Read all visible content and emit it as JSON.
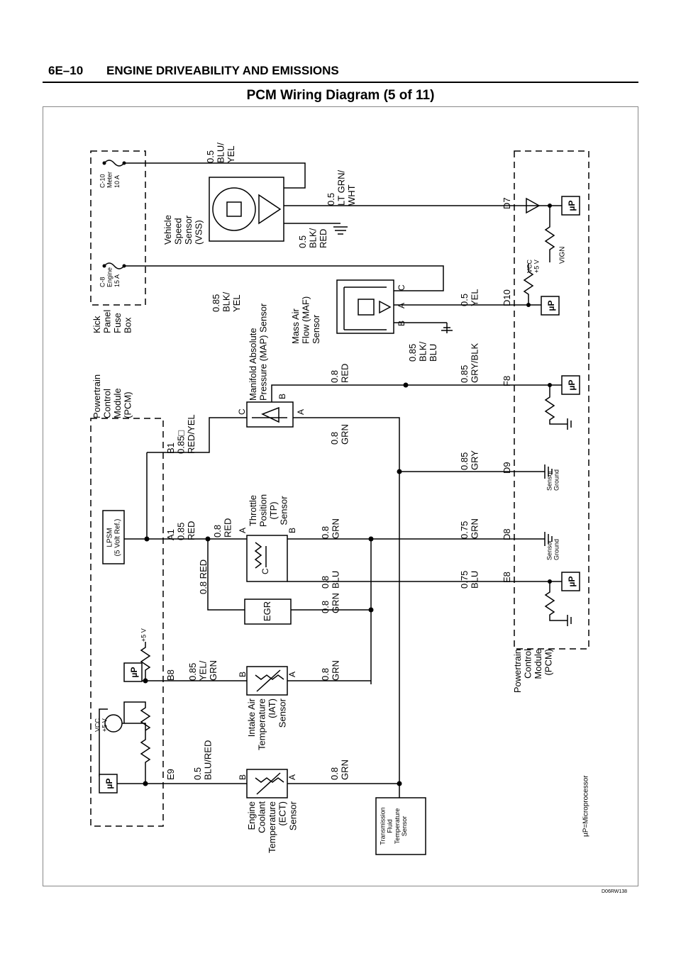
{
  "header": {
    "section": "6E–10",
    "title": "ENGINE DRIVEABILITY AND EMISSIONS",
    "diagram_title": "PCM Wiring Diagram (5 of 11)",
    "figure_id": "D06RW138"
  },
  "labels": {
    "pcm_upper": [
      "Powertrain",
      "Control",
      "Module",
      "(PCM)"
    ],
    "kick_panel": [
      "Kick",
      "Panel",
      "Fuse",
      "Box"
    ],
    "fuse_c10": [
      "C-10",
      "Meter",
      "10 A"
    ],
    "fuse_c8": [
      "C-8",
      "Engine",
      "15 A"
    ],
    "wire_blu_yel": [
      "0.5",
      "BLU/",
      "YEL"
    ],
    "vss": [
      "Vehicle",
      "Speed",
      "Sensor",
      "(VSS)"
    ],
    "wire_blk_red": [
      "0.5",
      "BLK/",
      "RED"
    ],
    "wire_lt_grn_wht": [
      "0.5",
      "LT GRN/",
      "WHT"
    ],
    "wire_blk_yel": [
      "0.85",
      "BLK/",
      "YEL"
    ],
    "maf": [
      "Mass Air",
      "Flow (MAF)",
      "Sensor"
    ],
    "maf_pin_c": "C",
    "maf_pin_a": "A",
    "maf_pin_b": "B",
    "wire_blk_blu": [
      "0.85",
      "BLK/",
      "BLU"
    ],
    "wire_yel": [
      "0.5",
      "YEL"
    ],
    "pin_d7": "D7",
    "pin_d10": "D10",
    "pin_f8": "F8",
    "pin_d9": "D9",
    "pin_d8": "D8",
    "pin_e8": "E8",
    "vcc_d10": [
      "VCC",
      "+5 V"
    ],
    "vign": "VIGN",
    "map": [
      "Manifold Absolute",
      "Pressure (MAP) Sensor"
    ],
    "map_pin_b": "B",
    "map_pin_c": "C",
    "map_pin_a": "A",
    "wire_red_map": [
      "0.8",
      "RED"
    ],
    "wire_gry_blk": [
      "0.85",
      "GRY/BLK"
    ],
    "pin_b1": [
      "B1",
      "0.85□",
      "RED/YEL"
    ],
    "wire_grn_map": [
      "0.8",
      "GRN"
    ],
    "wire_gry": [
      "0.85",
      "GRY"
    ],
    "sensor_ground_d9": [
      "Sensor",
      "Ground"
    ],
    "sensor_ground_d8": [
      "Sensor",
      "Ground"
    ],
    "lpsm": [
      "LPSM",
      "(5 Volt Ref.)"
    ],
    "pin_a1": [
      "A1",
      "0.85",
      "RED"
    ],
    "wire_red_tp": [
      "0.8",
      "RED"
    ],
    "tp": [
      "Throttle",
      "Position",
      "(TP)",
      "Sensor"
    ],
    "tp_pin_a": "A",
    "tp_pin_b": "B",
    "tp_pin_c": "C",
    "wire_grn_tp": [
      "0.8",
      "GRN"
    ],
    "wire_grn_d8": [
      "0.75",
      "GRN"
    ],
    "wire_red_egr": "0.8 RED",
    "wire_blu_tp": [
      "0.8",
      "BLU"
    ],
    "wire_blu_e8": [
      "0.75",
      "BLU"
    ],
    "wire_grn_egr": [
      "0.8",
      "GRN"
    ],
    "egr": "EGR",
    "plus5v_b8": "+5 V",
    "pin_b8": "B8",
    "wire_yel_grn": [
      "0.85",
      "YEL/",
      "GRN"
    ],
    "wire_grn_iat": [
      "0.8",
      "GRN"
    ],
    "iat_pin_b": "B",
    "iat_pin_a": "A",
    "iat": [
      "Intake Air",
      "Temperature",
      "(IAT)",
      "Sensor"
    ],
    "pin_e9": "E9",
    "wire_blu_red": [
      "0.5",
      "BLU/RED"
    ],
    "wire_grn_ect": [
      "0.8",
      "GRN"
    ],
    "ect_pin_b": "B",
    "ect_pin_a": "A",
    "ect": [
      "Engine",
      "Coolant",
      "Temperature",
      "(ECT)",
      "Sensor"
    ],
    "vcc_upper": [
      "VCC",
      "+5 V"
    ],
    "trans": [
      "Transmission",
      "Fluid",
      "Temperature",
      "Sensor"
    ],
    "pcm_lower": [
      "Powertrain",
      "Control",
      "Module",
      "(PCM)"
    ],
    "footnote": "µP=Microprocessor"
  },
  "microprocessor_label": "µP"
}
